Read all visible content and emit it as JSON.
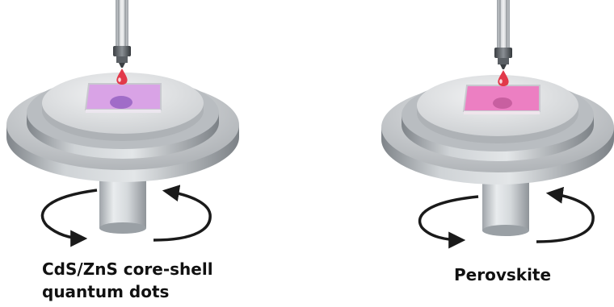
{
  "captions": {
    "left": {
      "line1": "CdS/ZnS core-shell",
      "line2": "quantum dots"
    },
    "right": "Perovskite"
  },
  "colors": {
    "left_film": "#d9a3e6",
    "left_spot": "#a06cc8",
    "right_film": "#ec7fc2",
    "right_spot": "#c85fa0",
    "droplet": "#e2394a",
    "platter": "#bfc3c7",
    "arrow": "#1a1a1a"
  }
}
